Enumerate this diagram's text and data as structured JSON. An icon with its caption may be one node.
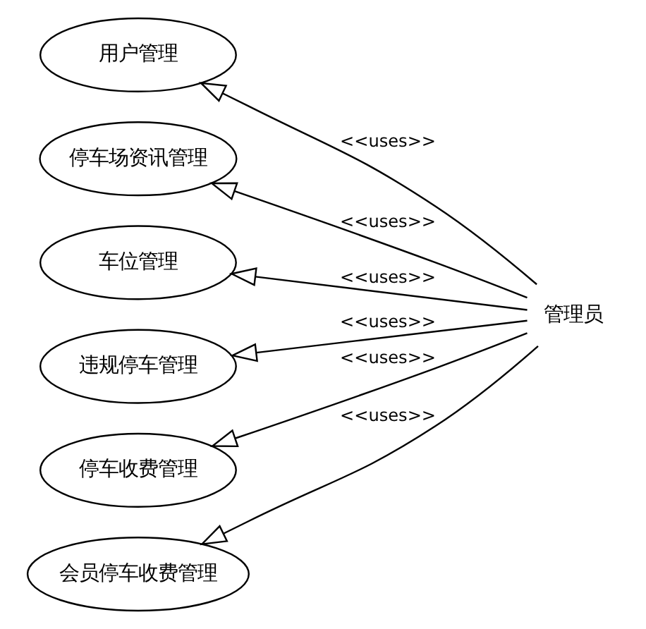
{
  "diagram": {
    "nodes": [
      {
        "text": [
          "用户管理"
        ]
      },
      {
        "text": [
          "停车场资讯管理"
        ]
      },
      {
        "text": [
          "车位管理"
        ]
      },
      {
        "text": [
          "违规停车管理"
        ]
      },
      {
        "text": [
          "停车收费管理"
        ]
      },
      {
        "text": [
          "会员停车收费管理"
        ]
      },
      {
        "text": [
          "管理员"
        ]
      }
    ],
    "edges": [
      {
        "from": 6,
        "to": 0,
        "arrow": "to",
        "label": "<<uses>>"
      },
      {
        "from": 6,
        "to": 1,
        "arrow": "to",
        "label": "<<uses>>"
      },
      {
        "from": 6,
        "to": 2,
        "arrow": "to",
        "label": "<<uses>>"
      },
      {
        "from": 6,
        "to": 3,
        "arrow": "to",
        "label": "<<uses>>"
      },
      {
        "from": 6,
        "to": 4,
        "arrow": "to",
        "label": "<<uses>>"
      },
      {
        "from": 6,
        "to": 5,
        "arrow": "to",
        "label": "<<uses>>"
      }
    ]
  }
}
